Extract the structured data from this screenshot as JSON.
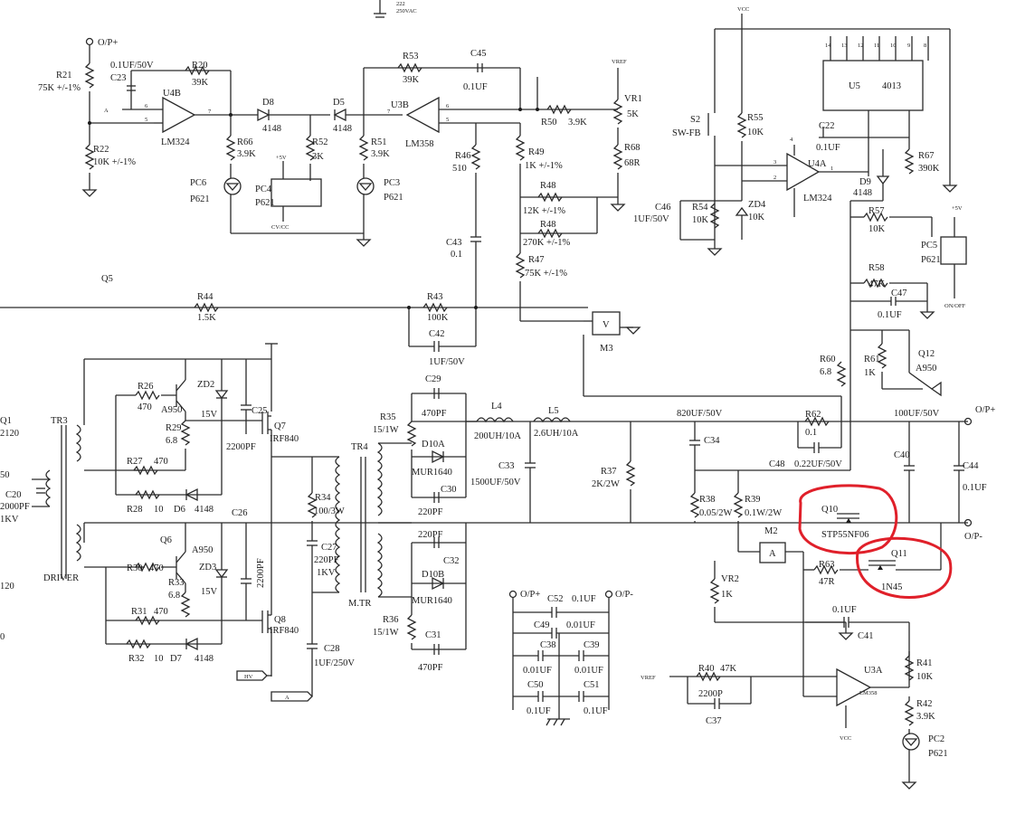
{
  "labels": {
    "op_plus_top": "O/P+",
    "op_plus_right": "O/P+",
    "op_minus_right": "O/P-",
    "op_plus_cap": "O/P+",
    "op_minus_cap": "O/P-",
    "r21": "R21",
    "r21_val": "75K +/-1%",
    "r22": "R22",
    "r22_val": "10K +/-1%",
    "c23": "C23",
    "c23_val": "0.1UF/50V",
    "r20": "R20",
    "r20_val": "39K",
    "u4b": "U4B",
    "u4b_part": "LM324",
    "a_in": "A",
    "pin6": "6",
    "pin5": "5",
    "pin7a": "7",
    "d8": "D8",
    "d8_val": "4148",
    "d5": "D5",
    "d5_val": "4148",
    "r66": "R66",
    "r66_val": "3.9K",
    "r52": "R52",
    "r52_val": "3K",
    "r51": "R51",
    "r51_val": "3.9K",
    "pc6": "PC6",
    "pc6_part": "P621",
    "pc4": "PC4",
    "pc4_part": "P621",
    "pc3": "PC3",
    "pc3_part": "P621",
    "plus5v": "+5V",
    "cv_cc": "CV/CC",
    "r53": "R53",
    "r53_val": "39K",
    "c45": "C45",
    "c45_val": "0.1UF",
    "u3b": "U3B",
    "u3b_part": "LM358",
    "pin7b": "7",
    "pin6b": "6",
    "pin5b": "5",
    "r46": "R46",
    "r46_val": "510",
    "vref": "VREF",
    "vr1": "VR1",
    "vr1_val": "5K",
    "r50": "R50",
    "r50_val": "3.9K",
    "r49": "R49",
    "r49_val": "1K +/-1%",
    "r68": "R68",
    "r68_val": "68R",
    "r48a": "R48",
    "r48a_val": "12K +/-1%",
    "r48b": "R48",
    "r48b_val": "270K +/-1%",
    "r47": "R47",
    "r47_val": "75K +/-1%",
    "c43": "C43",
    "c43_val": "0.1",
    "q5": "Q5",
    "r44": "R44",
    "r44_val": "1.5K",
    "r43": "R43",
    "r43_val": "100K",
    "c42": "C42",
    "c42_val": "1UF/50V",
    "m3_box": "V",
    "m3": "M3",
    "top_cap": "222",
    "top_cap_val": "250VAC",
    "u5": "U5",
    "u5_part": "4013",
    "p14": "14",
    "p13": "13",
    "p12": "12",
    "p11": "11",
    "p10": "10",
    "p9": "9",
    "p8": "8",
    "s2": "S2",
    "s2_val": "SW-FB",
    "r55": "R55",
    "r55_val": "10K",
    "c22": "C22",
    "c22_val": "0.1UF",
    "r67": "R67",
    "r67_val": "390K",
    "u4a": "U4A",
    "u4a_part": "LM324",
    "pin3": "3",
    "pin2": "2",
    "pin1": "1",
    "pin4": "4",
    "d9": "D9",
    "d9_val": "4148",
    "c46": "C46",
    "c46_val": "1UF/50V",
    "r54": "R54",
    "r54_val": "10K",
    "zd4": "ZD4",
    "zd4_val": "10K",
    "r57": "R57",
    "r57_val": "10K",
    "pc5": "PC5",
    "pc5_part": "P621",
    "r58": "R58",
    "r58_val": "47K",
    "c47": "C47",
    "c47_val": "0.1UF",
    "on_off": "ON/OFF",
    "r60": "R60",
    "r60_val": "6.8",
    "r61": "R61",
    "r61_val": "1K",
    "q12": "Q12",
    "q12_part": "A950",
    "c820": "820UF/50V",
    "c34": "C34",
    "r62": "R62",
    "r62_val": "0.1",
    "c100": "100UF/50V",
    "c48": "C48",
    "c48_val": "0.22UF/50V",
    "c40": "C40",
    "c44": "C44",
    "c44_val": "0.1UF",
    "r38": "R38",
    "r38_val": "0.05/2W",
    "r39": "R39",
    "r39_val": "0.1W/2W",
    "q10": "Q10",
    "q10_part": "STP55NF06",
    "q11": "Q11",
    "q11_part": "1N45",
    "m2": "M2",
    "m2_box": "A",
    "r63": "R63",
    "r63_val": "47R",
    "vr2": "VR2",
    "vr2_val": "1K",
    "c41_val": "0.1UF",
    "c41": "C41",
    "u3a": "U3A",
    "u3a_part": "LM358",
    "r40": "R40",
    "r40_val": "47K",
    "c37_val": "2200P",
    "c37": "C37",
    "r41": "R41",
    "r41_val": "10K",
    "r42": "R42",
    "r42_val": "3.9K",
    "pc2": "PC2",
    "pc2_part": "P621",
    "vref2": "VREF",
    "vcc": "VCC",
    "tr3": "TR3",
    "driver": "DRIVER",
    "q1": "Q1",
    "q1_part": "2120",
    "c20": "C20",
    "c20_val": "2000PF",
    "c20_kv": "1KV",
    "left50": "50",
    "left120": "120",
    "left0": "0",
    "r26": "R26",
    "r26_val": "470",
    "a950_1": "A950",
    "zd2": "ZD2",
    "zd2_val": "15V",
    "r29": "R29",
    "r29_val": "6.8",
    "c25": "C25",
    "c25_val": "2200PF",
    "q7": "Q7",
    "q7_part": "IRF840",
    "r27": "R27",
    "r27_val": "470",
    "r28": "R28",
    "r28_val": "10",
    "d6": "D6",
    "d6_val": "4148",
    "c26": "C26",
    "q6": "Q6",
    "q6_part": "A950",
    "zd3": "ZD3",
    "zd3_val": "15V",
    "r30": "R30",
    "r30_val": "470",
    "r33": "R33",
    "r33_val": "6.8",
    "c26_val": "2200PF",
    "r31": "R31",
    "r31_val": "470",
    "q8": "Q8",
    "q8_part": "IRF840",
    "r32": "R32",
    "r32_val": "10",
    "d7": "D7",
    "d7_val": "4148",
    "hv": "HV",
    "a_flag": "A",
    "tr4": "TR4",
    "mtr": "M.TR",
    "r34": "R34",
    "r34_val": "100/3W",
    "c27": "C27",
    "c27_val": "220PF",
    "c27_kv": "1KV",
    "c28": "C28",
    "c28_val": "1UF/250V",
    "r35": "R35",
    "r35_val": "15/1W",
    "c29": "C29",
    "c29_val": "470PF",
    "d10a": "D10A",
    "d10a_part": "MUR1640",
    "c30": "C30",
    "c30_val": "220PF",
    "c32": "C32",
    "c32_val": "220PF",
    "d10b": "D10B",
    "d10b_part": "MUR1640",
    "r36": "R36",
    "r36_val": "15/1W",
    "c31": "C31",
    "c31_val": "470PF",
    "l4": "L4",
    "l4_val": "200UH/10A",
    "l5": "L5",
    "l5_val": "2.6UH/10A",
    "c33": "C33",
    "c33_val": "1500UF/50V",
    "r37": "R37",
    "r37_val": "2K/2W",
    "c52": "C52",
    "c52_val": "0.1UF",
    "c49": "C49",
    "c49_val": "0.01UF",
    "c38": "C38",
    "c39": "C39",
    "c38_val": "0.01UF",
    "c39_val": "0.01UF",
    "c50": "C50",
    "c51": "C51",
    "c50_val": "0.1UF",
    "c51_val": "0.1UF"
  }
}
